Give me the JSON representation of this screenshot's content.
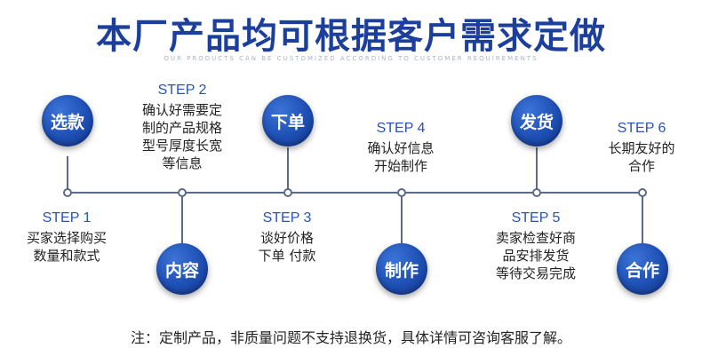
{
  "header": {
    "title": "本厂产品均可根据客户需求定做",
    "subtitle": "OUR PRODUCTS CAN BE CUSTOMIZED ACCORDING TO CUSTOMER REQUIREMENTS"
  },
  "circles": {
    "c1": "选款",
    "c2": "内容",
    "c3": "下单",
    "c4": "制作",
    "c5": "发货",
    "c6": "合作"
  },
  "steps": {
    "s1": {
      "label": "STEP 1",
      "desc": "买家选择购买\n数量和款式"
    },
    "s2": {
      "label": "STEP 2",
      "desc": "确认好需要定\n制的产品规格\n型号厚度长宽\n等信息"
    },
    "s3": {
      "label": "STEP 3",
      "desc": "谈好价格\n下单  付款"
    },
    "s4": {
      "label": "STEP 4",
      "desc": "确认好信息\n开始制作"
    },
    "s5": {
      "label": "STEP 5",
      "desc": "卖家检查好商\n品安排发货\n等待交易完成"
    },
    "s6": {
      "label": "STEP 6",
      "desc": "长期友好的\n合作"
    }
  },
  "footer": {
    "note": "注：定制产品，非质量问题不支持退换货，具体详情可咨询客服了解。"
  },
  "colors": {
    "title": "#1c3f9b",
    "step_label": "#2854b8",
    "circle": "#1e4fb4",
    "line": "#5a6b88"
  }
}
